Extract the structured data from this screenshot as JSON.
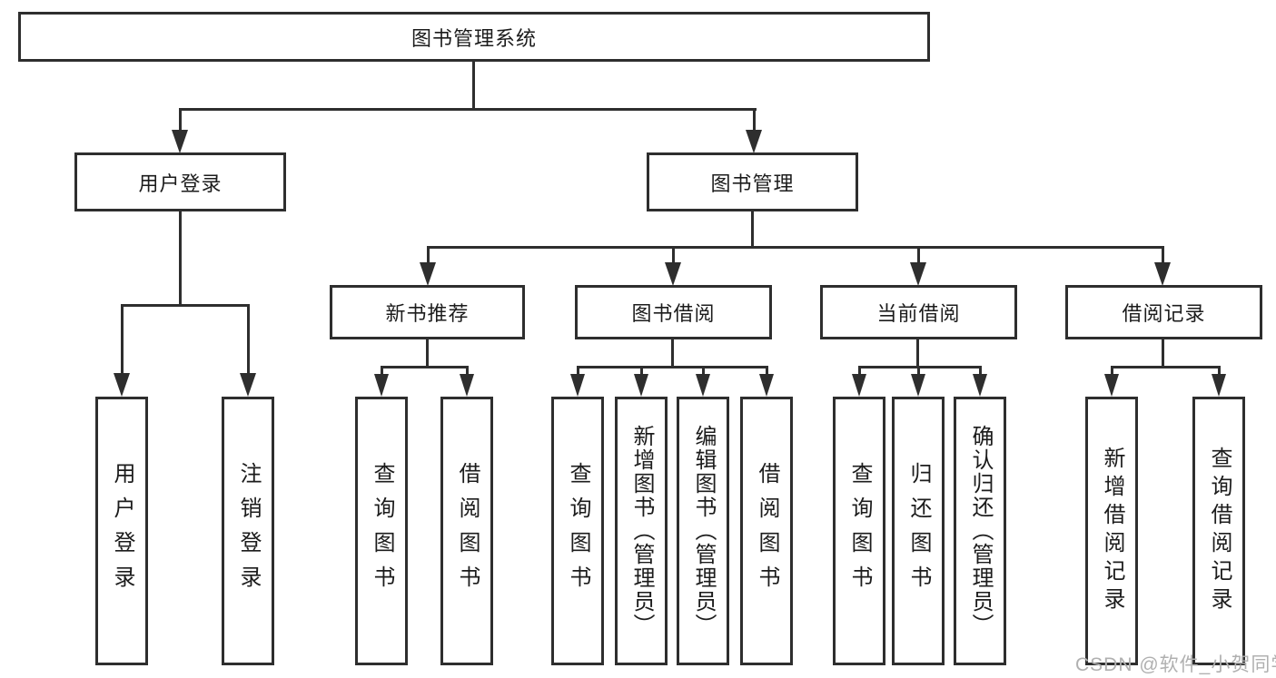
{
  "diagram": {
    "root": {
      "label": "图书管理系统"
    },
    "level2": [
      {
        "label": "用户登录"
      },
      {
        "label": "图书管理"
      }
    ],
    "level3": [
      {
        "label": "新书推荐"
      },
      {
        "label": "图书借阅"
      },
      {
        "label": "当前借阅"
      },
      {
        "label": "借阅记录"
      }
    ],
    "leaves": {
      "user_login": [
        {
          "label": "用户登录"
        },
        {
          "label": "注销登录"
        }
      ],
      "new_book": [
        {
          "label": "查询图书"
        },
        {
          "label": "借阅图书"
        }
      ],
      "book_borrow": [
        {
          "label": "查询图书"
        },
        {
          "label": "新增图书（管理员）"
        },
        {
          "label": "编辑图书（管理员）"
        },
        {
          "label": "借阅图书"
        }
      ],
      "current_borrow": [
        {
          "label": "查询图书"
        },
        {
          "label": "归还图书"
        },
        {
          "label": "确认归还（管理员）"
        }
      ],
      "borrow_record": [
        {
          "label": "新增借阅记录"
        },
        {
          "label": "查询借阅记录"
        }
      ]
    },
    "watermark": "CSDN @软件_小贺同学",
    "colors": {
      "line": "#2e2e2e",
      "text": "#1c1c1c",
      "watermark": "#b0b0b0",
      "background": "#ffffff"
    }
  }
}
